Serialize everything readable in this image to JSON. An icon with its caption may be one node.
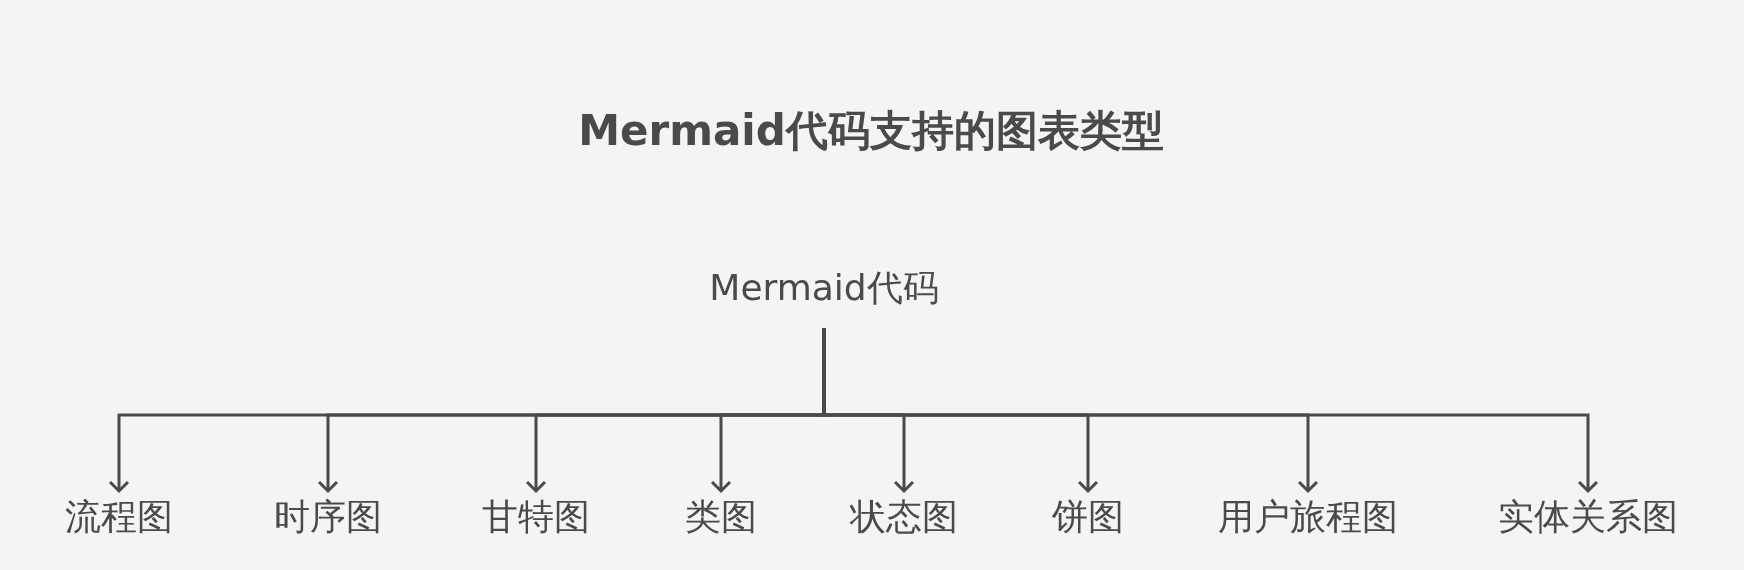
{
  "diagram": {
    "title": "Mermaid代码支持的图表类型",
    "nodes": [
      {
        "text": [
          "Mermaid代码"
        ]
      },
      {
        "text": [
          "流程图"
        ]
      },
      {
        "text": [
          "时序图"
        ]
      },
      {
        "text": [
          "甘特图"
        ]
      },
      {
        "text": [
          "类图"
        ]
      },
      {
        "text": [
          "状态图"
        ]
      },
      {
        "text": [
          "饼图"
        ]
      },
      {
        "text": [
          "用户旅程图"
        ]
      },
      {
        "text": [
          "实体关系图"
        ]
      }
    ],
    "edges": [
      {
        "from": 0,
        "to": 1,
        "arrow": "to"
      },
      {
        "from": 0,
        "to": 2,
        "arrow": "to"
      },
      {
        "from": 0,
        "to": 3,
        "arrow": "to"
      },
      {
        "from": 0,
        "to": 4,
        "arrow": "to"
      },
      {
        "from": 0,
        "to": 5,
        "arrow": "to"
      },
      {
        "from": 0,
        "to": 6,
        "arrow": "to"
      },
      {
        "from": 0,
        "to": 7,
        "arrow": "to"
      },
      {
        "from": 0,
        "to": 8,
        "arrow": "to"
      }
    ]
  }
}
